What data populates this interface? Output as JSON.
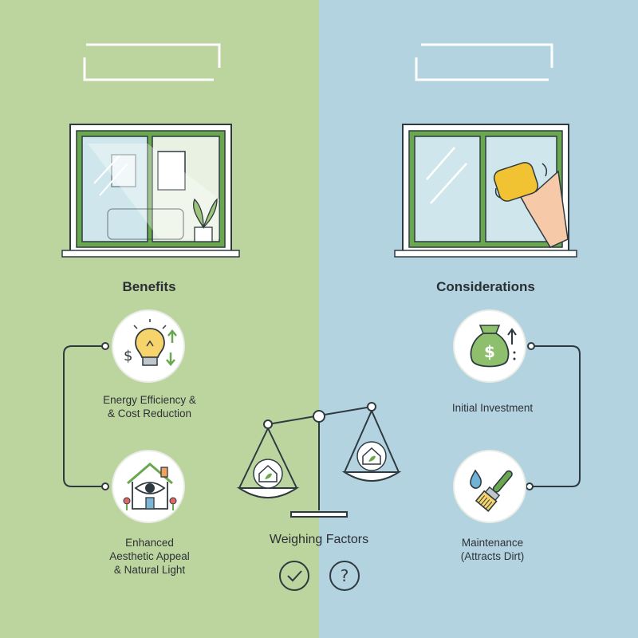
{
  "left_panel": {
    "heading": "Benefits",
    "items": [
      {
        "label_line1": "Energy Efficiency &",
        "label_line2": "& Cost Reduction",
        "icon": "lightbulb-dollar-icon"
      },
      {
        "label_line1": "Enhanced",
        "label_line2": "Aesthetic Appeal",
        "label_line3": "& Natural Light",
        "icon": "house-eye-icon"
      }
    ]
  },
  "right_panel": {
    "heading": "Considerations",
    "items": [
      {
        "label_line1": "Initial Investment",
        "icon": "money-bag-icon"
      },
      {
        "label_line1": "Maintenance",
        "label_line2": "(Attracts Dirt)",
        "icon": "water-drop-brush-icon"
      }
    ]
  },
  "center": {
    "label": "Weighing Factors",
    "icons": [
      "checkmark-icon",
      "question-mark-icon"
    ]
  },
  "colors": {
    "left_bg": "#bcd59f",
    "right_bg": "#b3d3e0",
    "accent_green": "#6aa84f",
    "line_dark": "#2f3a40"
  }
}
